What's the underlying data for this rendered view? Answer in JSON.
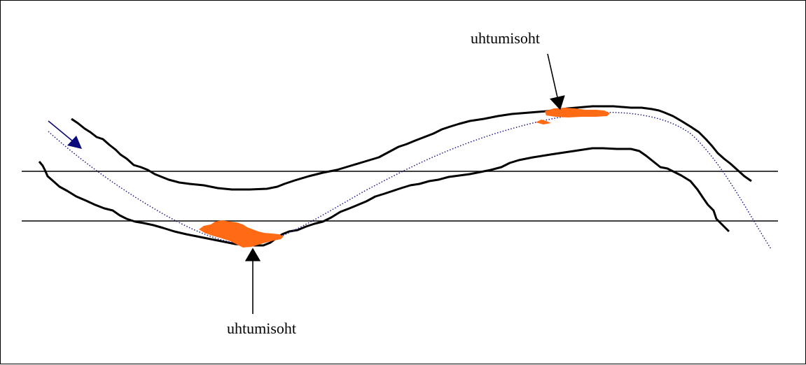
{
  "diagram": {
    "annotations": [
      {
        "id": "top",
        "text": "uhtumisoht"
      },
      {
        "id": "bottom",
        "text": "uhtumisoht"
      }
    ],
    "colors": {
      "bank": "#000000",
      "water_level": "#000000",
      "thalweg": "#1a1a8c",
      "flow_arrow": "#0a0a7a",
      "hazard_zone": "#ff6a14"
    }
  }
}
